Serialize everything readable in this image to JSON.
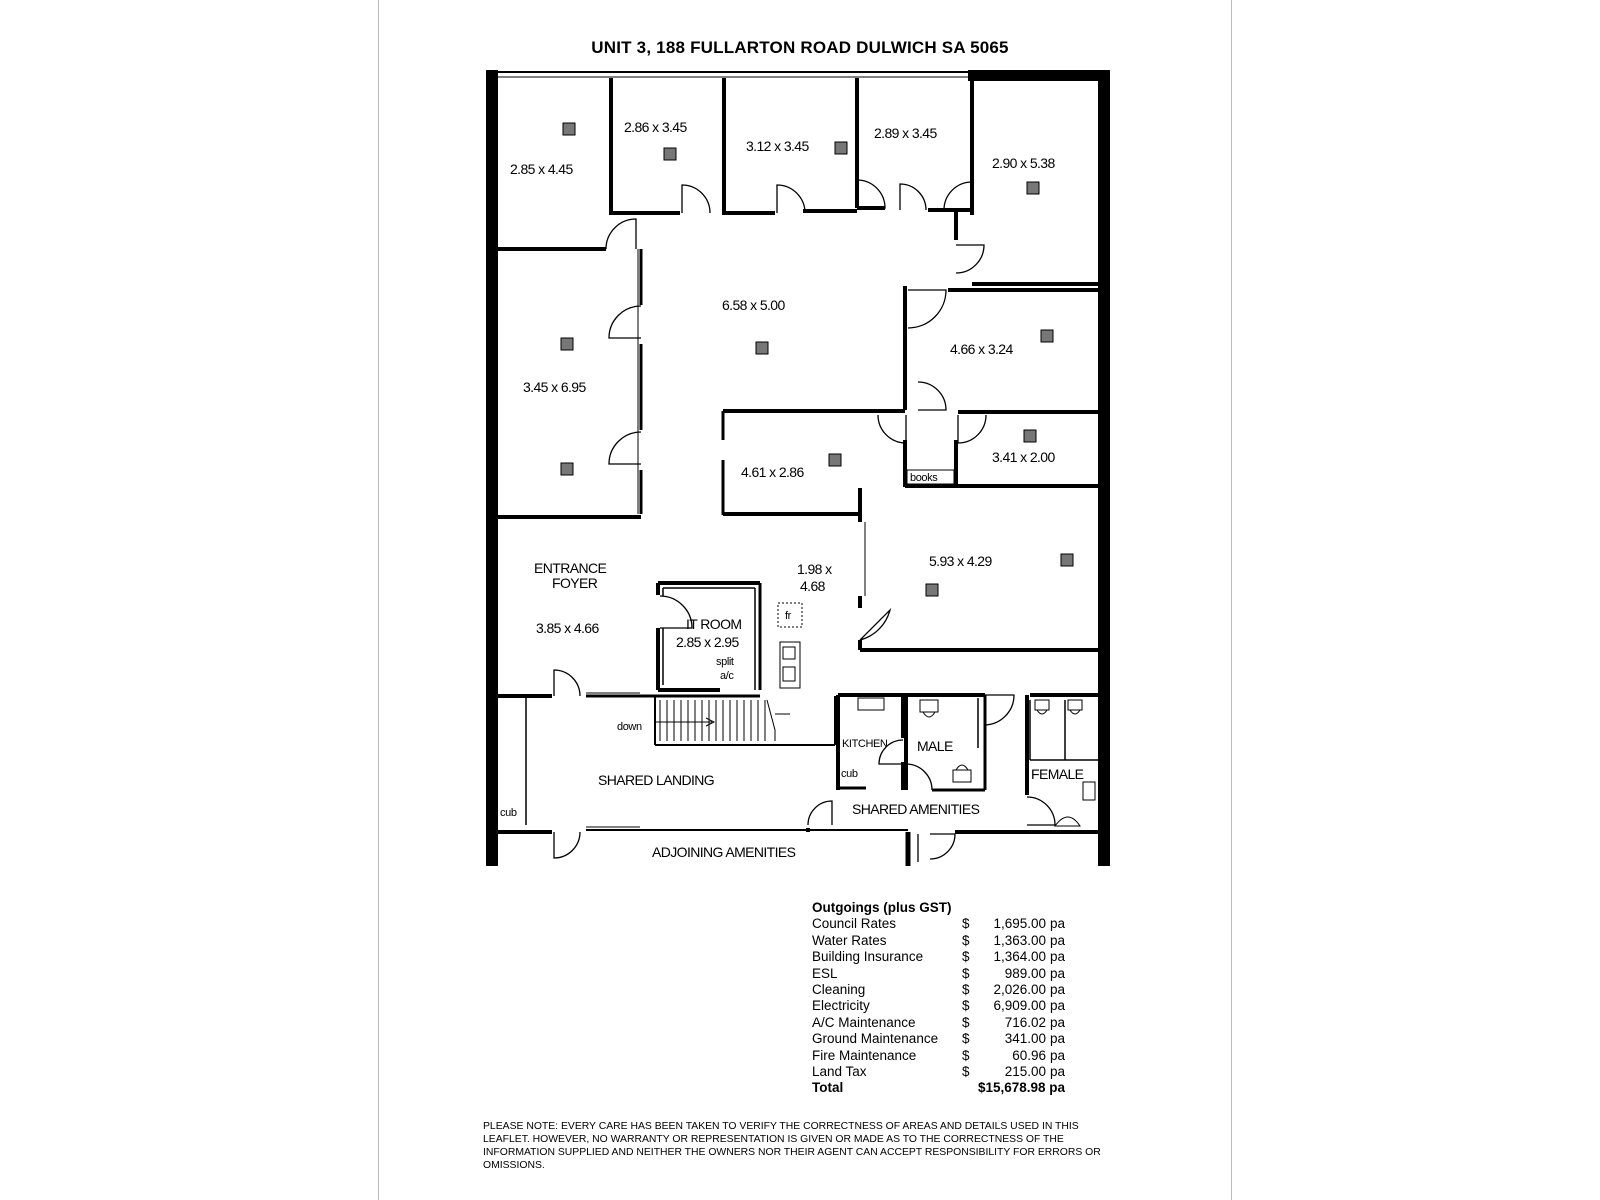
{
  "title": "UNIT 3, 188 FULLARTON ROAD DULWICH SA 5065",
  "rooms": [
    {
      "id": "r1",
      "label": "2.85 x 4.45"
    },
    {
      "id": "r2",
      "label": "2.86 x 3.45"
    },
    {
      "id": "r3",
      "label": "3.12 x 3.45"
    },
    {
      "id": "r4",
      "label": "2.89 x 3.45"
    },
    {
      "id": "r5",
      "label": "2.90 x 5.38"
    },
    {
      "id": "r6",
      "label": "6.58 x 5.00"
    },
    {
      "id": "r7",
      "label": "4.66 x 3.24"
    },
    {
      "id": "r8",
      "label": "3.45 x 6.95"
    },
    {
      "id": "r9",
      "label": "4.61 x 2.86"
    },
    {
      "id": "r10",
      "label": "3.41 x 2.00"
    },
    {
      "id": "r11",
      "label": "5.93 x 4.29"
    },
    {
      "id": "r12a",
      "label": "1.98 x"
    },
    {
      "id": "r12b",
      "label": "4.68"
    },
    {
      "id": "r13",
      "label": "3.85 x 4.66"
    },
    {
      "id": "r14",
      "label": "2.85 x 2.95"
    }
  ],
  "labels": {
    "books": "books",
    "entrance_1": "ENTRANCE",
    "entrance_2": "FOYER",
    "it_room": "IT ROOM",
    "split_1": "split",
    "split_2": "a/c",
    "fr": "fr",
    "down": "down",
    "shared_landing": "SHARED LANDING",
    "kitchen": "KITCHEN",
    "cub_kitchen": "cub",
    "male": "MALE",
    "female": "FEMALE",
    "shared_amenities": "SHARED AMENITIES",
    "cub_left": "cub",
    "adjoining_amenities": "ADJOINING AMENITIES"
  },
  "outgoings": {
    "heading": "Outgoings (plus GST)",
    "items": [
      {
        "name": "Council Rates",
        "currency": "$",
        "amount": "1,695.00",
        "unit": "pa"
      },
      {
        "name": "Water Rates",
        "currency": "$",
        "amount": "1,363.00",
        "unit": "pa"
      },
      {
        "name": "Building Insurance",
        "currency": "$",
        "amount": "1,364.00",
        "unit": "pa"
      },
      {
        "name": "ESL",
        "currency": "$",
        "amount": "989.00",
        "unit": "pa"
      },
      {
        "name": "Cleaning",
        "currency": "$",
        "amount": "2,026.00",
        "unit": "pa"
      },
      {
        "name": "Electricity",
        "currency": "$",
        "amount": "6,909.00",
        "unit": "pa"
      },
      {
        "name": "A/C Maintenance",
        "currency": "$",
        "amount": "716.02",
        "unit": "pa"
      },
      {
        "name": "Ground Maintenance",
        "currency": "$",
        "amount": "341.00",
        "unit": "pa"
      },
      {
        "name": "Fire Maintenance",
        "currency": "$",
        "amount": "60.96",
        "unit": "pa"
      },
      {
        "name": "Land Tax",
        "currency": "$",
        "amount": "215.00",
        "unit": "pa"
      }
    ],
    "total_label": "Total",
    "total_value": "$15,678.98 pa"
  },
  "disclaimer": "PLEASE NOTE:  EVERY CARE HAS BEEN TAKEN TO VERIFY THE CORRECTNESS OF AREAS AND DETAILS USED IN THIS LEAFLET.  HOWEVER, NO WARRANTY OR REPRESENTATION IS GIVEN OR MADE AS TO THE CORRECTNESS OF THE INFORMATION SUPPLIED AND NEITHER THE OWNERS NOR THEIR AGENT CAN ACCEPT RESPONSIBILITY FOR ERRORS OR OMISSIONS."
}
